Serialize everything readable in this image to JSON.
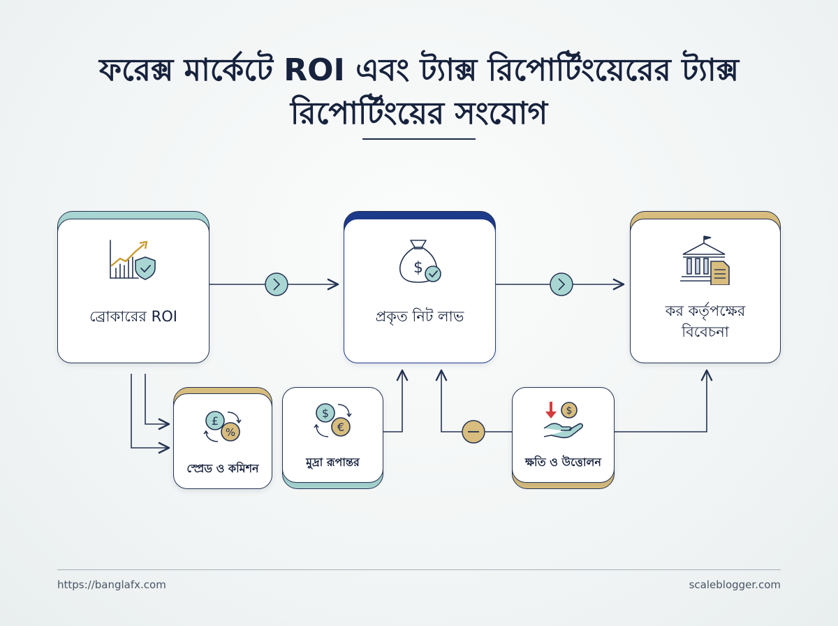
{
  "title_lines": [
    "ফরেক্স মার্কেটে ROI এবং ট্যাক্স রিপোর্টিংয়েরের ট্যাক্স",
    "রিপোর্টিংয়ের সংযোগ"
  ],
  "nodes": {
    "broker_roi": "ব্রোকারের ROI",
    "net_profit": "প্রকৃত নিট লাভ",
    "tax_authority": [
      "কর কর্তৃপক্ষের",
      "বিবেচনা"
    ],
    "spread_commission": "স্প্রেড ও কমিশন",
    "currency_conversion": "মুদ্রা রূপান্তর",
    "loss_withdrawal": "ক্ষতি ও উত্তোলন"
  },
  "icons": {
    "broker_roi": "chart-shield-icon",
    "net_profit": "money-bag-check-icon",
    "tax_authority": "bank-document-icon",
    "spread_commission": "pound-percent-exchange-icon",
    "currency_conversion": "dollar-euro-exchange-icon",
    "loss_withdrawal": "hand-coin-down-icon"
  },
  "connectors": {
    "plus_symbol": "›",
    "minus_symbol": "−"
  },
  "colors": {
    "teal": "#a9d6d2",
    "navy": "#1e3a8a",
    "gold": "#d8bd7e",
    "line": "#243352"
  },
  "footer": {
    "left": "https://banglafx.com",
    "right": "scaleblogger.com"
  }
}
